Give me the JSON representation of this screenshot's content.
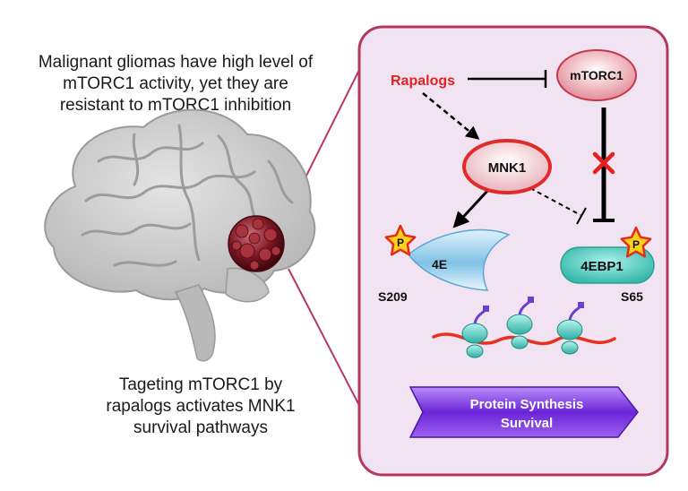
{
  "captions": {
    "top": [
      "Malignant gliomas have high level of",
      "mTORC1 activity, yet they are",
      "resistant to mTORC1 inhibition"
    ],
    "bottom": [
      "Tageting mTORC1 by",
      "rapalogs activates MNK1",
      "survival pathways"
    ]
  },
  "pathway": {
    "rapalogs": "Rapalogs",
    "mtorc1": "mTORC1",
    "mnk1": "MNK1",
    "eif4e": "4E",
    "eif4e_site": "S209",
    "fourebp1": "4EBP1",
    "fourebp1_site": "S65",
    "phospho": "P",
    "outcome_line1": "Protein Synthesis",
    "outcome_line2": "Survival"
  },
  "colors": {
    "panel_bg": "#f2e3f2",
    "panel_border": "#b5385a",
    "rapalogs_text": "#e62020",
    "mtorc1_fill": "#f2b3bc",
    "mnk1_border": "#e02b2b",
    "fourebp1_fill": "#63d2c8",
    "eif4e_fill": "#9fd3ee",
    "mrna": "#e8301f",
    "outcome_arrow": "#7a2ee6",
    "star_fill": "#ffd21a",
    "star_stroke": "#e52b1d",
    "brain": "#c9c9c9",
    "tumor": "#7a1620"
  }
}
